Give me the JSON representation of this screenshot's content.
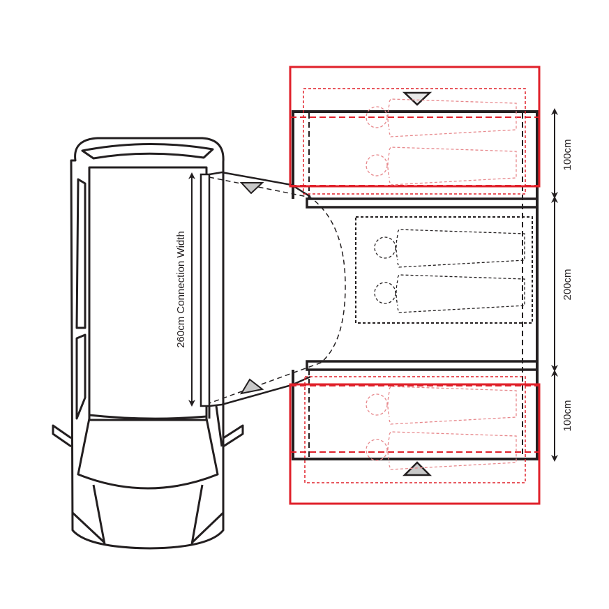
{
  "colors": {
    "outline": "#231f20",
    "accent_red": "#e0202a",
    "bag_red": "#e7888c",
    "marker_fill": "#c8c8c8"
  },
  "labels": {
    "connection_width": "260cm Connection Width",
    "bedroom_top_depth": "100cm",
    "living_depth": "200cm",
    "bedroom_bottom_depth": "100cm"
  }
}
